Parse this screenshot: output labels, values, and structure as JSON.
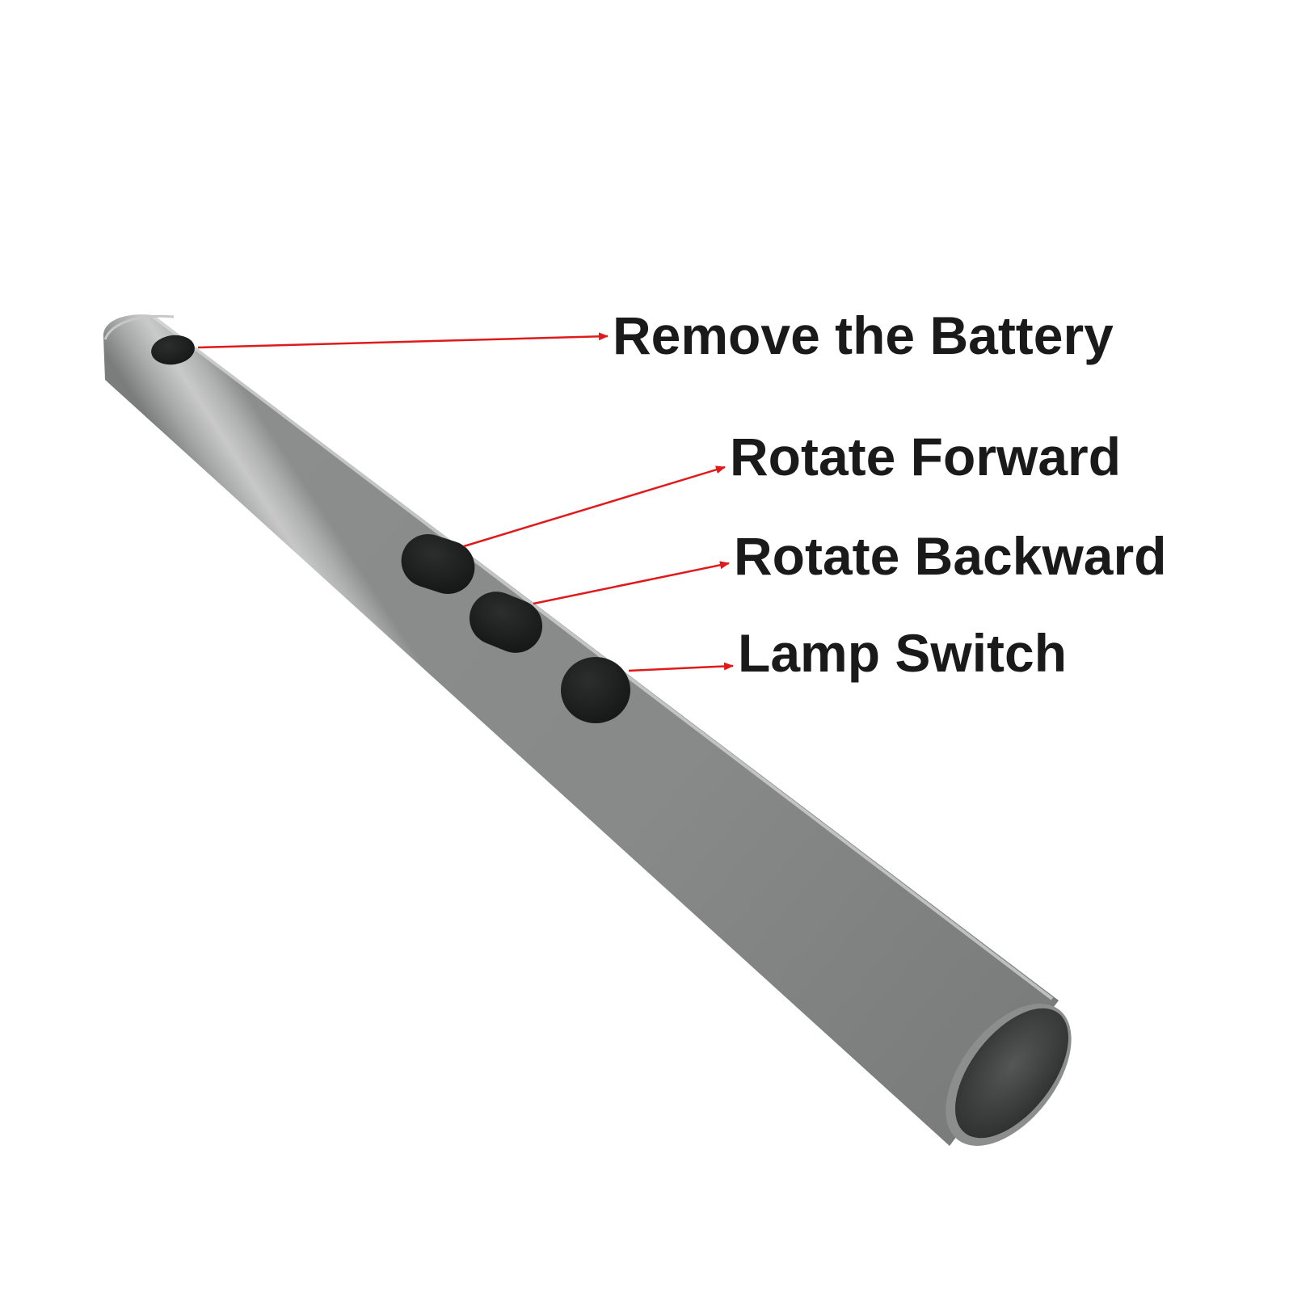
{
  "colors": {
    "background": "#ffffff",
    "rod_metal": "#a4a6a6",
    "rod_highlight": "#d2d3d2",
    "rod_shadow": "#6f7171",
    "button_black": "#1f2020",
    "end_cap": "#3c3d3d",
    "arrow_red": "#e01a1a",
    "label_text": "#1a1a1a"
  },
  "callouts": [
    {
      "id": "remove-battery",
      "label": "Remove the Battery"
    },
    {
      "id": "rotate-forward",
      "label": "Rotate Forward"
    },
    {
      "id": "rotate-backward",
      "label": "Rotate Backward"
    },
    {
      "id": "lamp-switch",
      "label": "Lamp Switch"
    }
  ]
}
